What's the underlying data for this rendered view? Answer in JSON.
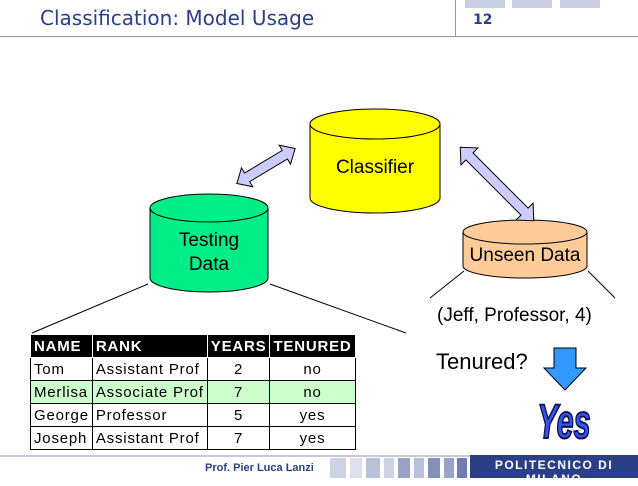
{
  "header": {
    "title": "Classification: Model Usage",
    "page_number": "12"
  },
  "diagram": {
    "classifier_label": "Classifier",
    "testing_label_line1": "Testing",
    "testing_label_line2": "Data",
    "unseen_label": "Unseen Data",
    "unseen_tuple": "(Jeff, Professor, 4)",
    "question": "Tenured?",
    "answer": "Yes",
    "colors": {
      "classifier": "#ffff00",
      "testing": "#00ee88",
      "unseen": "#ffcc99",
      "arrow": "#ccccff",
      "answer_fill": "#3355ee",
      "down_arrow": "#3399ff"
    }
  },
  "table": {
    "headers": [
      "NAME",
      "RANK",
      "YEARS",
      "TENURED"
    ],
    "rows": [
      [
        "Tom",
        "Assistant Prof",
        "2",
        "no"
      ],
      [
        "Merlisa",
        "Associate Prof",
        "7",
        "no"
      ],
      [
        "George",
        "Professor",
        "5",
        "yes"
      ],
      [
        "Joseph",
        "Assistant Prof",
        "7",
        "yes"
      ]
    ]
  },
  "footer": {
    "author": "Prof. Pier Luca Lanzi",
    "institution": "POLITECNICO DI MILANO"
  }
}
